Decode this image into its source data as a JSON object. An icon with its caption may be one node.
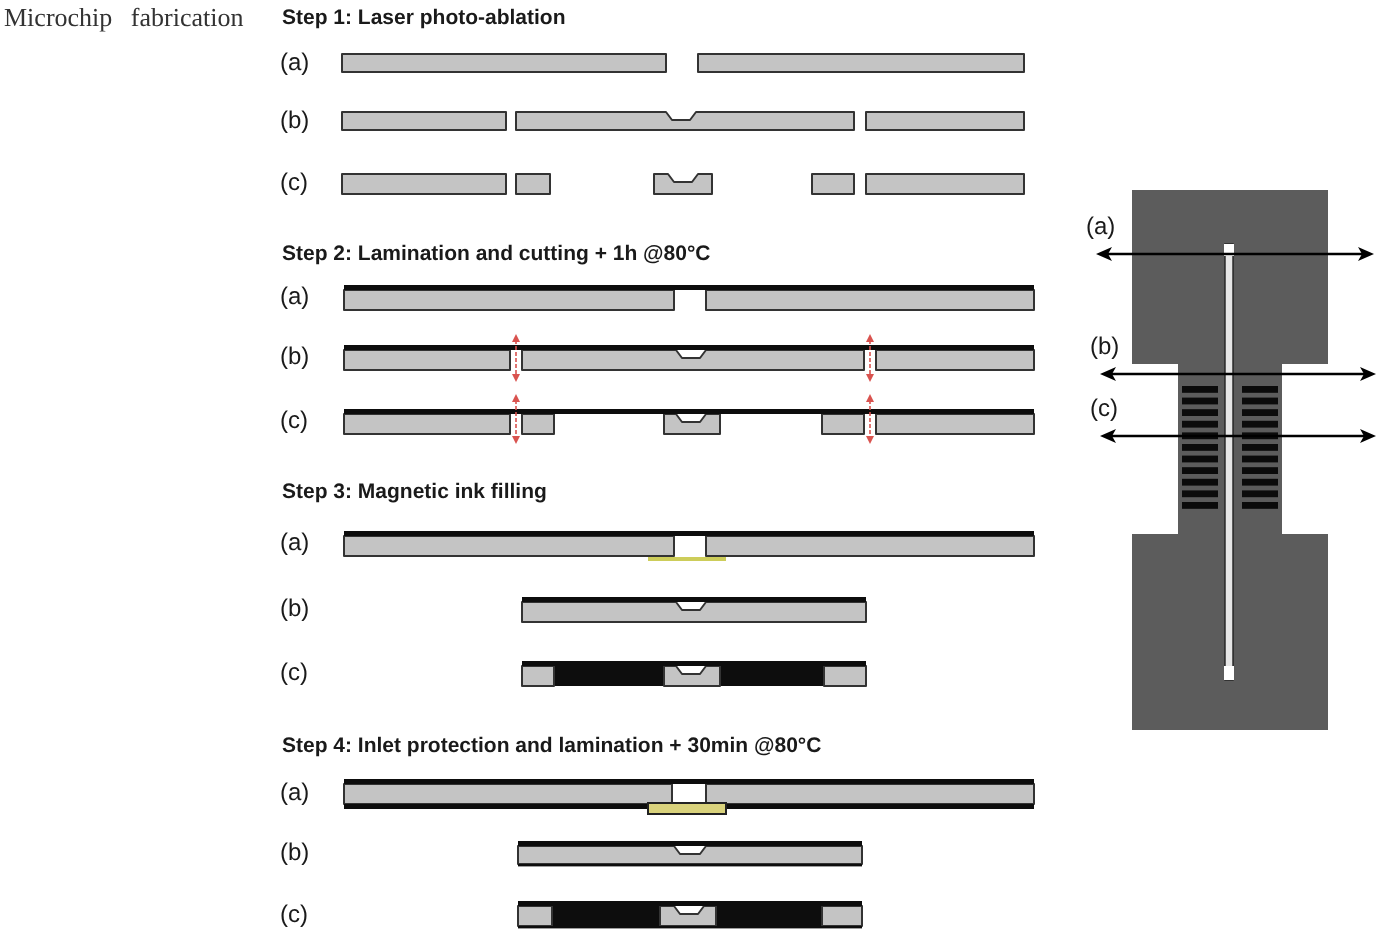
{
  "diagram": {
    "title": "Microchip fabrication",
    "labels": [
      "Step 1: Laser photo-ablation",
      "(a)",
      "(b)",
      "(c)",
      "Step 2: Lamination and cutting + 1h @80°C",
      "(a)",
      "(b)",
      "(c)",
      "Step 3: Magnetic ink filling",
      "(a)",
      "(b)",
      "(c)",
      "Step 4: Inlet protection and lamination + 30min @80°C",
      "(a)",
      "(b)",
      "(c)",
      "(a)",
      "(b)",
      "(c)"
    ]
  }
}
